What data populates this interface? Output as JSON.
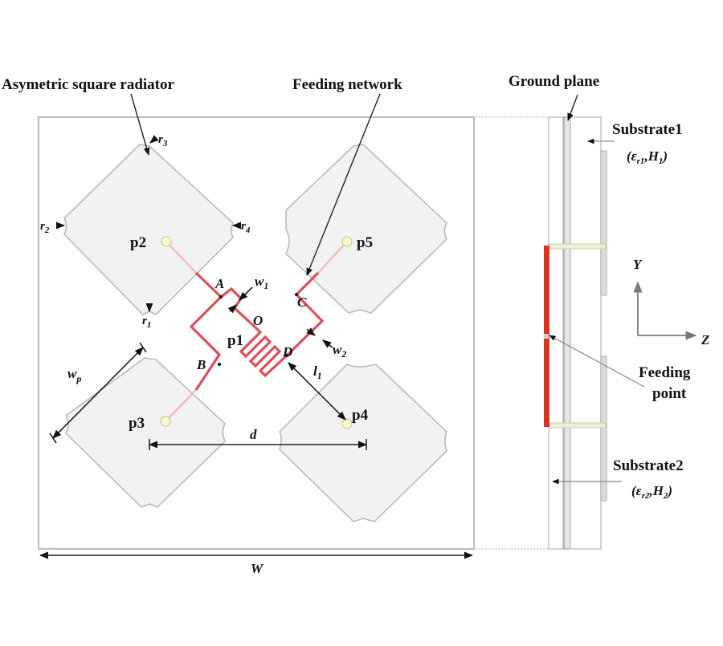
{
  "figure": {
    "top_view": {
      "callouts": {
        "radiator": "Asymetric square radiator",
        "feeding_network": "Feeding network"
      },
      "ports": [
        "p1",
        "p2",
        "p3",
        "p4",
        "p5"
      ],
      "nodes": [
        "A",
        "B",
        "C",
        "D",
        "O"
      ],
      "dimensions": {
        "r1": "r",
        "r1_sub": "1",
        "r2": "r",
        "r2_sub": "2",
        "r3": "r",
        "r3_sub": "3",
        "r4": "r",
        "r4_sub": "4",
        "w1": "w",
        "w1_sub": "1",
        "w2": "w",
        "w2_sub": "2",
        "l1": "l",
        "l1_sub": "1",
        "wp": "w",
        "wp_sub": "p",
        "d": "d",
        "W": "W"
      }
    },
    "side_view": {
      "ground_plane": "Ground plane",
      "substrate1": "Substrate1",
      "substrate1_params": {
        "open": "(",
        "eps": "ε",
        "eps_sub": "r1",
        "sep": ",",
        "h": "H",
        "h_sub": "1",
        "close": ")"
      },
      "substrate2": "Substrate2",
      "substrate2_params": {
        "open": "(",
        "eps": "ε",
        "eps_sub": "r2",
        "sep": ",",
        "h": "H",
        "h_sub": "2",
        "close": ")"
      },
      "feeding_point_line1": "Feeding",
      "feeding_point_line2": "point",
      "axis_y": "Y",
      "axis_z": "Z"
    },
    "colors": {
      "feed_trace": "#dd4f58",
      "probe_trace": "#f1b5bb",
      "feed_strip": "#e0301e",
      "patch_fill": "#f2f2f2",
      "outline": "#b9b9b9"
    }
  }
}
